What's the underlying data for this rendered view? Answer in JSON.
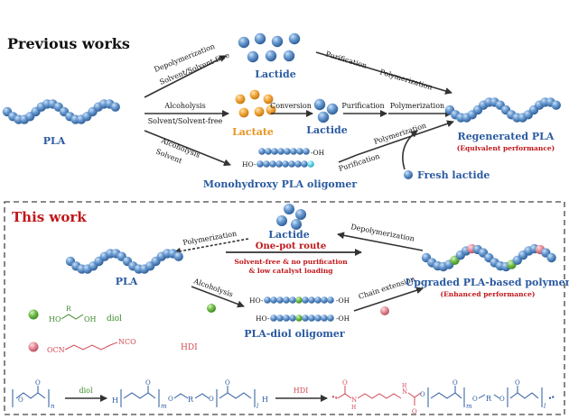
{
  "colors": {
    "bead": "#5b8fc9",
    "bead_dark": "#3a6ea8",
    "bead_light": "#8fb8e3",
    "lactate": "#f0a63a",
    "green": "#6fbf4a",
    "pink": "#e58a95",
    "cyan": "#66d6ec",
    "accent_red": "#c0171b",
    "diol_text": "#3a8a2a",
    "hdi_text": "#d24a55",
    "blue_text": "#2a5aa0",
    "arrow": "#333333",
    "text": "#111111"
  },
  "previous": {
    "heading": "Previous works",
    "pla_label": "PLA",
    "top_arrow": {
      "line1": "Depolymerization",
      "line2": "Solvent/Solvent-free"
    },
    "lactide_top": "Lactide",
    "purification_top": "Purification",
    "polymerization_top": "Polymerization",
    "mid_arrow": {
      "line1": "Alcoholysis",
      "line2": "Solvent/Solvent-free"
    },
    "lactate": "Lactate",
    "conversion": "Conversion",
    "lactide_mid": "Lactide",
    "purification_mid": "Purification",
    "polymerization_mid": "Polymerization",
    "regenerated": "Regenerated PLA",
    "equivalent": "(Equivalent performance)",
    "low_arrow": {
      "line1": "Alcoholysis",
      "line2": "Solvent"
    },
    "oligomer_oh": "-OH",
    "oligomer_ho": "HO-",
    "oligomer_label": "Monohydroxy PLA oligomer",
    "purification_low": "Purification",
    "polymerization_low": "Polymerization",
    "fresh_lactide": "Fresh lactide"
  },
  "thiswork": {
    "heading": "This work",
    "lactide": "Lactide",
    "polymerization": "Polymerization",
    "depolymerization": "Depolymerization",
    "one_pot": "One-pot route",
    "cond1": "Solvent-free & no purification",
    "cond2": "& low catalyst loading",
    "pla_label": "PLA",
    "alcoholysis": "Alcoholysis",
    "ho1": "HO-",
    "oh1": "-OH",
    "ho2": "HO-",
    "oh2": "-OH",
    "oligomer_label": "PLA-diol oligomer",
    "chain_extension": "Chain extension",
    "upgraded": "Upgraded PLA-based polymer",
    "enhanced": "(Enhanced performance)",
    "diol_legend": "diol",
    "hdi_legend": "HDI",
    "diol_ho": "HO",
    "diol_r": "R",
    "diol_oh": "OH",
    "hdi_ocn": "OCN",
    "hdi_nco": "NCO"
  },
  "reaction": {
    "diol": "diol",
    "hdi": "HDI",
    "o": "O",
    "n": "n",
    "h": "H",
    "m": "m",
    "l": "l",
    "r": "R",
    "nh": "N",
    "nh_h": "H"
  }
}
